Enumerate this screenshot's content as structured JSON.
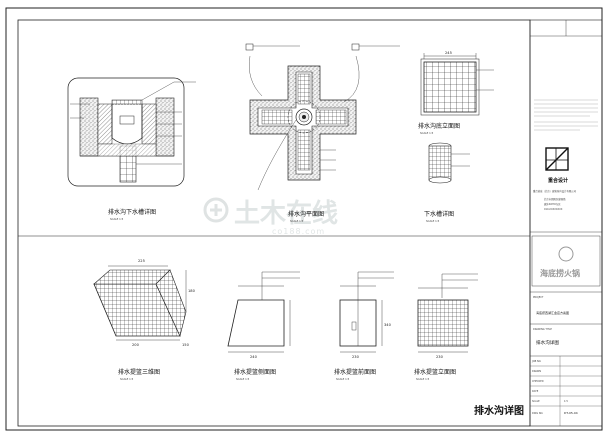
{
  "drawing_title": "排水沟详图",
  "watermark": {
    "text": "土木在线",
    "sub": "co188.com"
  },
  "views": {
    "section_top_left": {
      "title": "排水沟下水槽详图",
      "scale": "SCALE 1:5"
    },
    "plan_center": {
      "title": "排水沟平面图",
      "scale": "SCALE 1:5"
    },
    "plan_right": {
      "title": "排水沟底立面图",
      "scale": "SCALE 1:5"
    },
    "basket_bottom": {
      "title": "下水槽详图",
      "scale": "SCALE 1:5"
    },
    "cage_3d": {
      "title": "排水提篮三维图",
      "scale": "SCALE 1:5"
    },
    "cage_side": {
      "title": "排水提篮侧面图",
      "scale": "SCALE 1:5"
    },
    "cage_front": {
      "title": "排水提篮前面图",
      "scale": "SCALE 1:5"
    },
    "cage_elev": {
      "title": "排水提篮立面图",
      "scale": "SCALE 1:5"
    }
  },
  "dimensions": {
    "plan_right_top": "245",
    "cage_3d_top": "225",
    "cage_3d_side": "180",
    "cage_3d_depth": "150",
    "cage_3d_base": "200",
    "cage_side_top": "",
    "cage_side_bottom": "240",
    "cage_front_top": "",
    "cage_front_h": "340",
    "cage_front_bottom": "230",
    "cage_elev_top": "",
    "cage_elev_bottom": "230"
  },
  "title_block": {
    "project_label": "PROJECT",
    "project_value": "海底捞西湖汇金店方案图",
    "drawing_label": "DRAWING TITLE",
    "drawing_value": "排水沟详图",
    "firm_name": "重合设计",
    "firm_full": "重合创意（北京）建筑室内设计有限公司",
    "address_lines": [
      "北京市朝阳区建国路",
      "建外SOHO东区",
      "010-XXXXXXXX"
    ],
    "client_logo": "海底捞火锅",
    "rows": [
      {
        "label": "JOB NO.",
        "value": ""
      },
      {
        "label": "DRAWN",
        "value": ""
      },
      {
        "label": "CHECKED",
        "value": ""
      },
      {
        "label": "DATE",
        "value": ""
      },
      {
        "label": "SCALE",
        "value": "1:5"
      },
      {
        "label": "DWG NO.",
        "value": "DT-05-04"
      }
    ]
  },
  "colors": {
    "line": "#111111",
    "hatch": "#555555",
    "watermark": "#cfd6d6",
    "frame": "#222222"
  }
}
